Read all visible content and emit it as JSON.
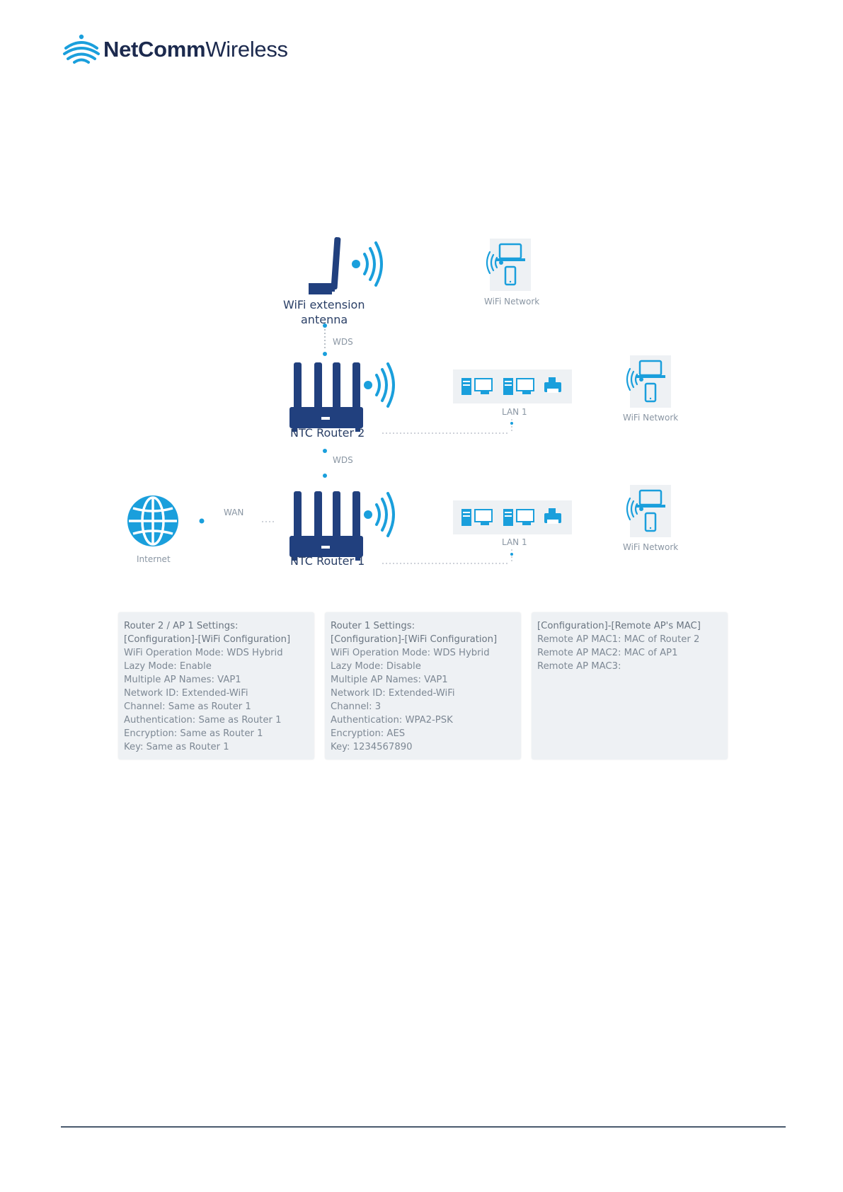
{
  "brand": {
    "name_bold": "NetComm",
    "name_light": "Wireless",
    "accent": "#1a9fdc",
    "navy": "#21407e"
  },
  "diagram": {
    "antenna_label_1": "WiFi extension",
    "antenna_label_2": "antenna",
    "wds_label_top": "WDS",
    "wds_label_mid": "WDS",
    "wifi_network_top": "WiFi Network",
    "router2_label": "NTC Router 2",
    "router1_label": "NTC Router 1",
    "lan_label_r2": "LAN 1",
    "lan_label_r1": "LAN 1",
    "wifi_network_r2": "WiFi Network",
    "wifi_network_r1": "WiFi Network",
    "wan_label": "WAN",
    "internet_label": "Internet"
  },
  "settings": [
    {
      "lines": [
        "Router 2 / AP 1 Settings:",
        "[Configuration]-[WiFi Configuration]",
        "WiFi Operation Mode: WDS Hybrid",
        "Lazy Mode: Enable",
        "Multiple AP Names: VAP1",
        "Network ID: Extended-WiFi",
        "Channel: Same as Router 1",
        "Authentication: Same as Router 1",
        "Encryption: Same as Router 1",
        "Key: Same as Router 1"
      ]
    },
    {
      "lines": [
        "Router 1 Settings:",
        "[Configuration]-[WiFi Configuration]",
        "WiFi Operation Mode: WDS Hybrid",
        "Lazy Mode: Disable",
        "Multiple AP Names: VAP1",
        "Network ID: Extended-WiFi",
        "Channel: 3",
        "Authentication: WPA2-PSK",
        "Encryption: AES",
        "Key: 1234567890"
      ]
    },
    {
      "lines": [
        "[Configuration]-[Remote AP's MAC]",
        "Remote AP MAC1: MAC of Router 2",
        "Remote AP MAC2: MAC of AP1",
        "Remote AP MAC3:"
      ]
    }
  ]
}
